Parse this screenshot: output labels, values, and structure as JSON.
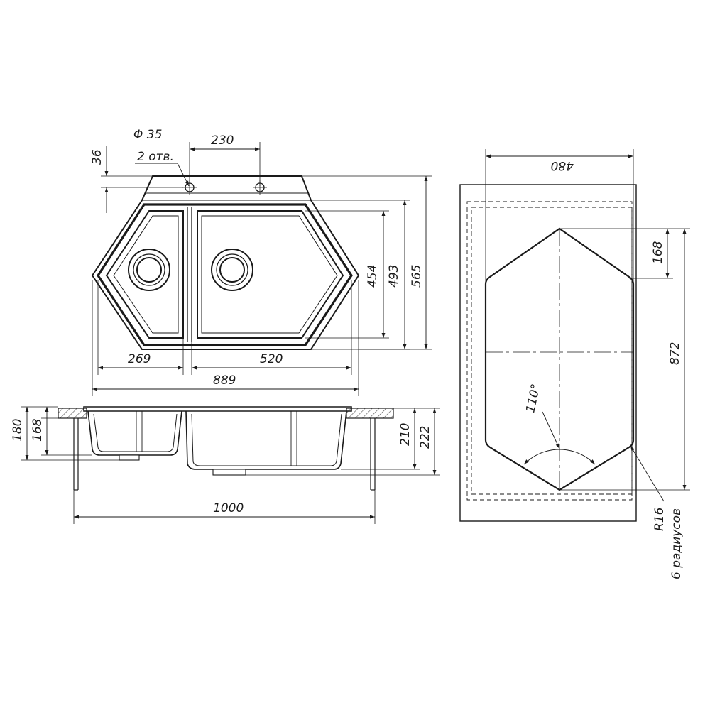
{
  "top_view": {
    "hole_note_diameter": "Φ 35",
    "hole_note_count": "2 отв.",
    "dim_36": "36",
    "dim_230": "230",
    "dim_269": "269",
    "dim_520": "520",
    "dim_889": "889",
    "dim_454": "454",
    "dim_493": "493",
    "dim_565": "565"
  },
  "section_view": {
    "dim_180": "180",
    "dim_168": "168",
    "dim_210": "210",
    "dim_222": "222",
    "dim_1000": "1000"
  },
  "cutout_view": {
    "dim_480": "480",
    "dim_168": "168",
    "dim_872": "872",
    "angle_110": "110°",
    "radius_note": "R16",
    "radius_count": "6 радиусов"
  },
  "colors": {
    "line": "#1a1a1a",
    "background": "#ffffff",
    "hatch": "#555555"
  }
}
